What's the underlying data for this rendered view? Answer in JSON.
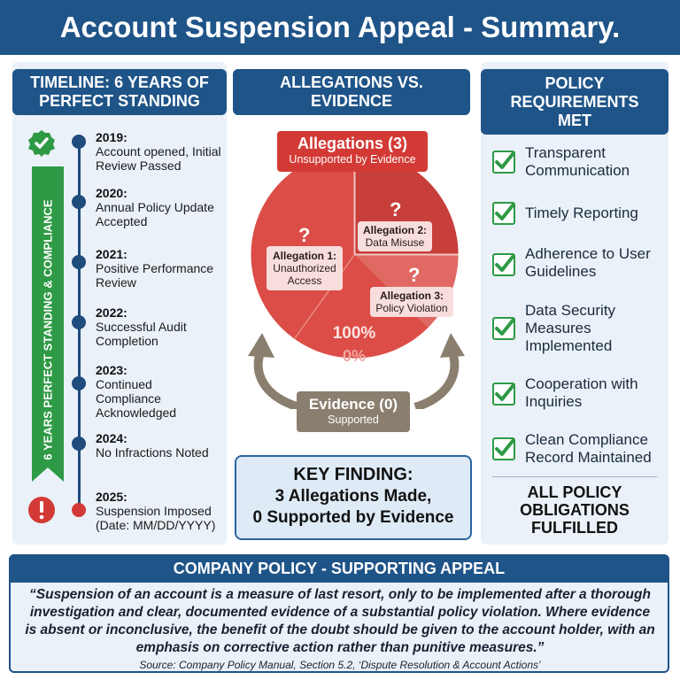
{
  "title": "Account Suspension Appeal - Summary.",
  "timeline": {
    "heading": "TIMELINE: 6 YEARS OF PERFECT STANDING",
    "ribbon": "6 YEARS PERFECT STANDING & COMPLIANCE",
    "entries": [
      {
        "year": "2019:",
        "desc": "Account opened, Initial Review Passed"
      },
      {
        "year": "2020:",
        "desc": "Annual Policy Update Accepted"
      },
      {
        "year": "2021:",
        "desc": "Positive Performance Review"
      },
      {
        "year": "2022:",
        "desc": "Successful Audit Completion"
      },
      {
        "year": "2023:",
        "desc": "Continued Compliance Acknowledged"
      },
      {
        "year": "2024:",
        "desc": "No Infractions Noted"
      },
      {
        "year": "2025:",
        "desc": "Suspension Imposed (Date: MM/DD/YYYY)"
      }
    ]
  },
  "allegations": {
    "heading": "ALLEGATIONS VS. EVIDENCE",
    "box_title": "Allegations (3)",
    "box_sub": "Unsupported by Evidence",
    "items": [
      {
        "title": "Allegation 1:",
        "desc": "Unauthorized Access"
      },
      {
        "title": "Allegation 2:",
        "desc": "Data Misuse"
      },
      {
        "title": "Allegation 3:",
        "desc": "Policy Violation"
      }
    ],
    "question_mark": "?",
    "pct_top": "100%",
    "pct_bottom": "0%",
    "evidence_title": "Evidence (0)",
    "evidence_sub": "Supported"
  },
  "key_finding": {
    "title": "KEY FINDING:",
    "line1": "3 Allegations Made,",
    "line2": "0 Supported by Evidence"
  },
  "policy": {
    "heading": "POLICY REQUIREMENTS MET",
    "items": [
      "Transparent Communication",
      "Timely Reporting",
      "Adherence to User Guidelines",
      "Data Security Measures Implemented",
      "Cooperation with Inquiries",
      "Clean Compliance Record Maintained"
    ],
    "summary": "ALL POLICY OBLIGATIONS FULFILLED"
  },
  "company_policy": {
    "heading": "COMPANY POLICY - SUPPORTING APPEAL",
    "quote": "“Suspension of an account is a measure of last resort, only to be implemented after a thorough investigation and clear, documented evidence of a substantial policy violation. Where evidence is absent or inconclusive, the benefit of the doubt should be given to the account holder, with an emphasis on corrective action rather than punitive measures.”",
    "source": "Source: Company Policy Manual, Section 5.2, ‘Dispute Resolution & Account Actions’"
  },
  "colors": {
    "navy": "#1f5488",
    "red": "#d9534f",
    "green": "#2e9a45",
    "gray_brown": "#8a7f6e",
    "panel": "#eaf1f8"
  }
}
